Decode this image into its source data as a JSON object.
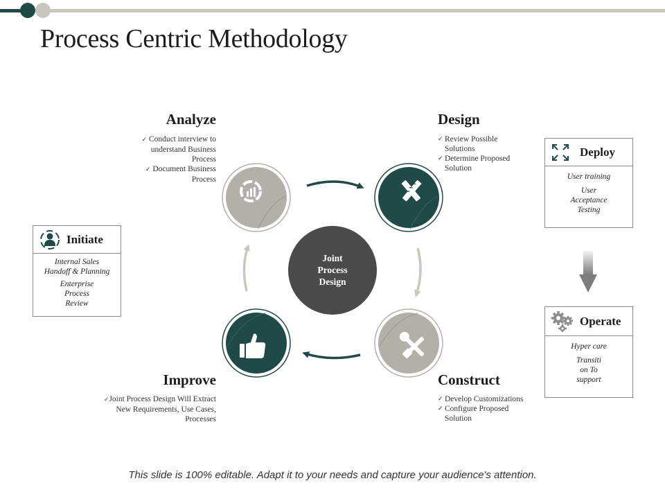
{
  "title": "Process Centric Methodology",
  "center": {
    "lines": [
      "Joint",
      "Process",
      "Design"
    ]
  },
  "stages": {
    "analyze": {
      "title": "Analyze",
      "items": [
        "Conduct interview to",
        "understand Business",
        "Process",
        "Document Business",
        "Process"
      ],
      "icon": "dashboard-chart-icon"
    },
    "design": {
      "title": "Design",
      "items": [
        "Review Possible",
        "Solutions",
        "Determine Proposed",
        "Solution"
      ],
      "icon": "pencil-ruler-icon"
    },
    "construct": {
      "title": "Construct",
      "items": [
        "Develop Customizations",
        "Configure Proposed",
        "Solution"
      ],
      "icon": "wrench-screwdriver-icon"
    },
    "improve": {
      "title": "Improve",
      "items": [
        "Joint Process Design Will Extract",
        "New Requirements, Use Cases,",
        "Processes"
      ],
      "icon": "thumbs-up-icon"
    }
  },
  "initiate": {
    "title": "Initiate",
    "lines": [
      "Internal Sales",
      "Handoff & Planning",
      "Enterprise",
      "Process",
      "Review"
    ],
    "icon": "user-cycle-icon"
  },
  "deploy": {
    "title": "Deploy",
    "lines": [
      "User training",
      "User",
      "Acceptance",
      "Testing"
    ],
    "icon": "expand-arrows-icon"
  },
  "operate": {
    "title": "Operate",
    "lines": [
      "Hyper care",
      "Transiti",
      "on To",
      "support"
    ],
    "icon": "gears-icon"
  },
  "footer": "This slide is 100% editable. Adapt it to your needs and capture your audience's attention.",
  "colors": {
    "teal": "#1f4a47",
    "gray": "#b3b1a7",
    "center": "#4a4a4a",
    "arrow": "#1f4a47",
    "arrow_light": "#c9c7bf"
  }
}
